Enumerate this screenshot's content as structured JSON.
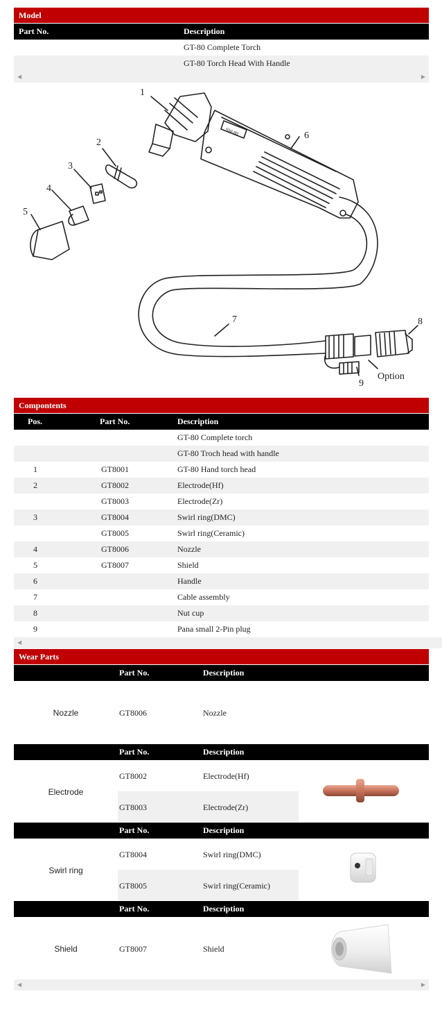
{
  "model_section": {
    "title": "Model",
    "headers": {
      "part_no": "Part No.",
      "description": "Description"
    },
    "rows": [
      {
        "part_no": "",
        "description": "GT-80 Complete Torch"
      },
      {
        "part_no": "",
        "description": "GT-80 Torch Head With Handle"
      }
    ]
  },
  "diagram": {
    "labels": [
      "1",
      "2",
      "3",
      "4",
      "5",
      "6",
      "7",
      "8",
      "9"
    ],
    "option_label": "Option",
    "torch_mark": "SW-80"
  },
  "components_section": {
    "title": "Compontents",
    "headers": {
      "pos": "Pos.",
      "part_no": "Part No.",
      "description": "Description"
    },
    "rows": [
      {
        "pos": "",
        "part_no": "",
        "description": "GT-80 Complete torch"
      },
      {
        "pos": "",
        "part_no": "",
        "description": "GT-80 Troch head with handle"
      },
      {
        "pos": "1",
        "part_no": "GT8001",
        "description": "GT-80 Hand torch head"
      },
      {
        "pos": "2",
        "part_no": "GT8002",
        "description": "Electrode(Hf)"
      },
      {
        "pos": "",
        "part_no": "GT8003",
        "description": "Electrode(Zr)"
      },
      {
        "pos": "3",
        "part_no": "GT8004",
        "description": "Swirl ring(DMC)"
      },
      {
        "pos": "",
        "part_no": "GT8005",
        "description": "Swirl ring(Ceramic)"
      },
      {
        "pos": "4",
        "part_no": "GT8006",
        "description": "Nozzle"
      },
      {
        "pos": "5",
        "part_no": "GT8007",
        "description": "Shield"
      },
      {
        "pos": "6",
        "part_no": "",
        "description": "Handle"
      },
      {
        "pos": "7",
        "part_no": "",
        "description": "Cable assembly"
      },
      {
        "pos": "8",
        "part_no": "",
        "description": "Nut cup"
      },
      {
        "pos": "9",
        "part_no": "",
        "description": "Pana small 2-Pin plug"
      }
    ]
  },
  "wear_parts_section": {
    "title": "Wear Parts",
    "headers": {
      "part_no": "Part No.",
      "description": "Description"
    },
    "groups": [
      {
        "name": "Nozzle",
        "items": [
          {
            "part_no": "GT8006",
            "description": "Nozzle"
          }
        ]
      },
      {
        "name": "Electrode",
        "items": [
          {
            "part_no": "GT8002",
            "description": "Electrode(Hf)"
          },
          {
            "part_no": "GT8003",
            "description": "Electrode(Zr)"
          }
        ]
      },
      {
        "name": "Swirl ring",
        "items": [
          {
            "part_no": "GT8004",
            "description": "Swirl ring(DMC)"
          },
          {
            "part_no": "GT8005",
            "description": "Swirl ring(Ceramic)"
          }
        ]
      },
      {
        "name": "Shield",
        "items": [
          {
            "part_no": "GT8007",
            "description": "Shield"
          }
        ]
      }
    ]
  },
  "scrollbar": {
    "left_icon": "scroll-left-arrow-icon",
    "right_icon": "scroll-right-arrow-icon"
  },
  "colors": {
    "header_red": "#c00000",
    "header_black": "#000000",
    "alt_row": "#f0f0f0",
    "electrode_copper": "#c8735a"
  }
}
